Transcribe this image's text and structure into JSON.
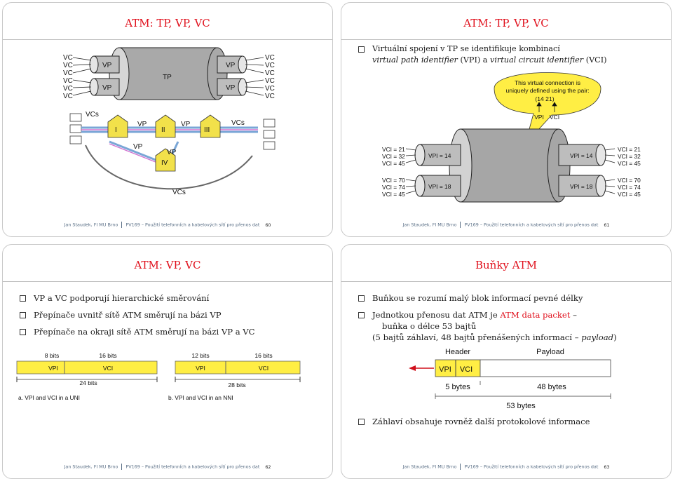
{
  "footer": {
    "author": "Jan Staudek, FI MU Brno",
    "course": "PV169 – Použití telefonních a kabelových sítí pro přenos dat"
  },
  "slide60": {
    "title": "ATM: TP, VP, VC",
    "page": "60",
    "vc": "VC",
    "vp": "VP",
    "tp": "TP",
    "vcs": "VCs",
    "switch_labels": [
      "I",
      "II",
      "III",
      "IV"
    ]
  },
  "slide61": {
    "title": "ATM: TP, VP, VC",
    "page": "61",
    "bullet1_line1": "Virtuální spojení v TP se identifikuje kombinací",
    "bullet1_line2_part1": "virtual path identifier",
    "bullet1_line2_part2": " (VPI) a ",
    "bullet1_line2_part3": "virtual circuit identifier",
    "bullet1_line2_part4": " (VCI)",
    "bubble_line1": "This virtual connection is",
    "bubble_line2": "uniquely defined using the pair:",
    "bubble_pair": "(14    21)",
    "bubble_vpi": "VPI",
    "bubble_vci": "VCI",
    "left_top": [
      "VCI = 21",
      "VCI = 32",
      "VCI = 45"
    ],
    "left_bottom": [
      "VCI = 70",
      "VCI = 74",
      "VCI = 45"
    ],
    "right_top": [
      "VCI = 21",
      "VCI = 32",
      "VCI = 45"
    ],
    "right_bottom": [
      "VCI = 70",
      "VCI = 74",
      "VCI = 45"
    ],
    "vpi_14": "VPI = 14",
    "vpi_18": "VPI = 18"
  },
  "slide62": {
    "title": "ATM: VP, VC",
    "page": "62",
    "bullets": [
      "VP a VC podporují hierarchické směrování",
      "Přepínače uvnitř sítě ATM směrují na bázi VP",
      "Přepínače na okraji sítě ATM směrují na bázi VP a VC"
    ],
    "uni": {
      "bits1": "8 bits",
      "bits2": "16 bits",
      "vpi": "VPI",
      "vci": "VCI",
      "total": "24 bits",
      "caption": "a. VPI and VCI in a UNI"
    },
    "nni": {
      "bits1": "12 bits",
      "bits2": "16 bits",
      "vpi": "VPI",
      "vci": "VCI",
      "total": "28 bits",
      "caption": "b. VPI and VCI in an NNI"
    }
  },
  "slide63": {
    "title": "Buňky ATM",
    "page": "63",
    "bullet1": "Buňkou se rozumí malý blok informací pevné délky",
    "bullet2_part1": "Jednotkou přenosu dat ATM je ",
    "bullet2_red": "ATM data packet",
    "bullet2_part2": " –",
    "bullet2_line2": "buňka o délce 53 bajtů",
    "bullet2_line3": "(5 bajtů záhlaví, 48 bajtů přenášených informací – ",
    "bullet2_line3_it": "payload",
    "bullet2_line3_end": ")",
    "header_label": "Header",
    "payload_label": "Payload",
    "vpi": "VPI",
    "vci": "VCI",
    "five_bytes": "5 bytes",
    "fortyeight_bytes": "48 bytes",
    "total_bytes": "53 bytes",
    "bullet3": "Záhlaví obsahuje rovněž další protokolové informace"
  }
}
